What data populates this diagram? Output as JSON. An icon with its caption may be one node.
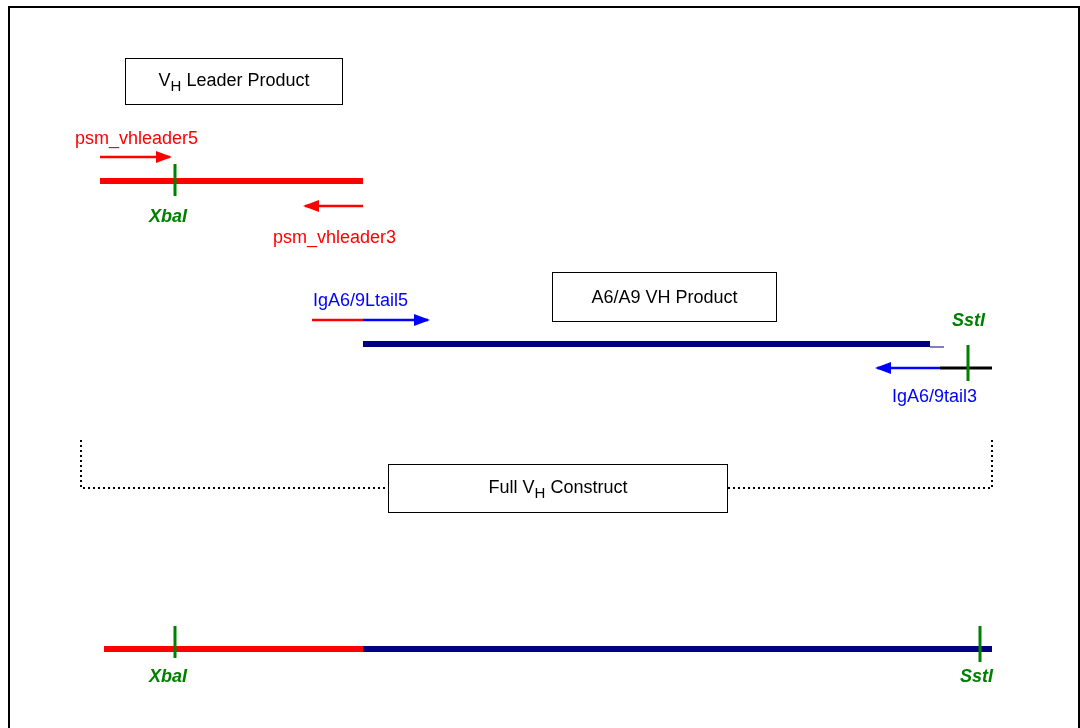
{
  "diagram": {
    "nodes": [
      {
        "text": [
          "V$_{H}$ Leader Product"
        ]
      },
      {
        "text": [
          "A6/A9 VH Product"
        ]
      },
      {
        "text": [
          "Full V$_{H}$ Construct"
        ]
      }
    ],
    "labels": [
      "psm_vhleader5",
      "XbaI",
      "psm_vhleader3",
      "IgA6/9Ltail5",
      "SstI",
      "IgA6/9tail3",
      "XbaI",
      "SstI"
    ]
  }
}
